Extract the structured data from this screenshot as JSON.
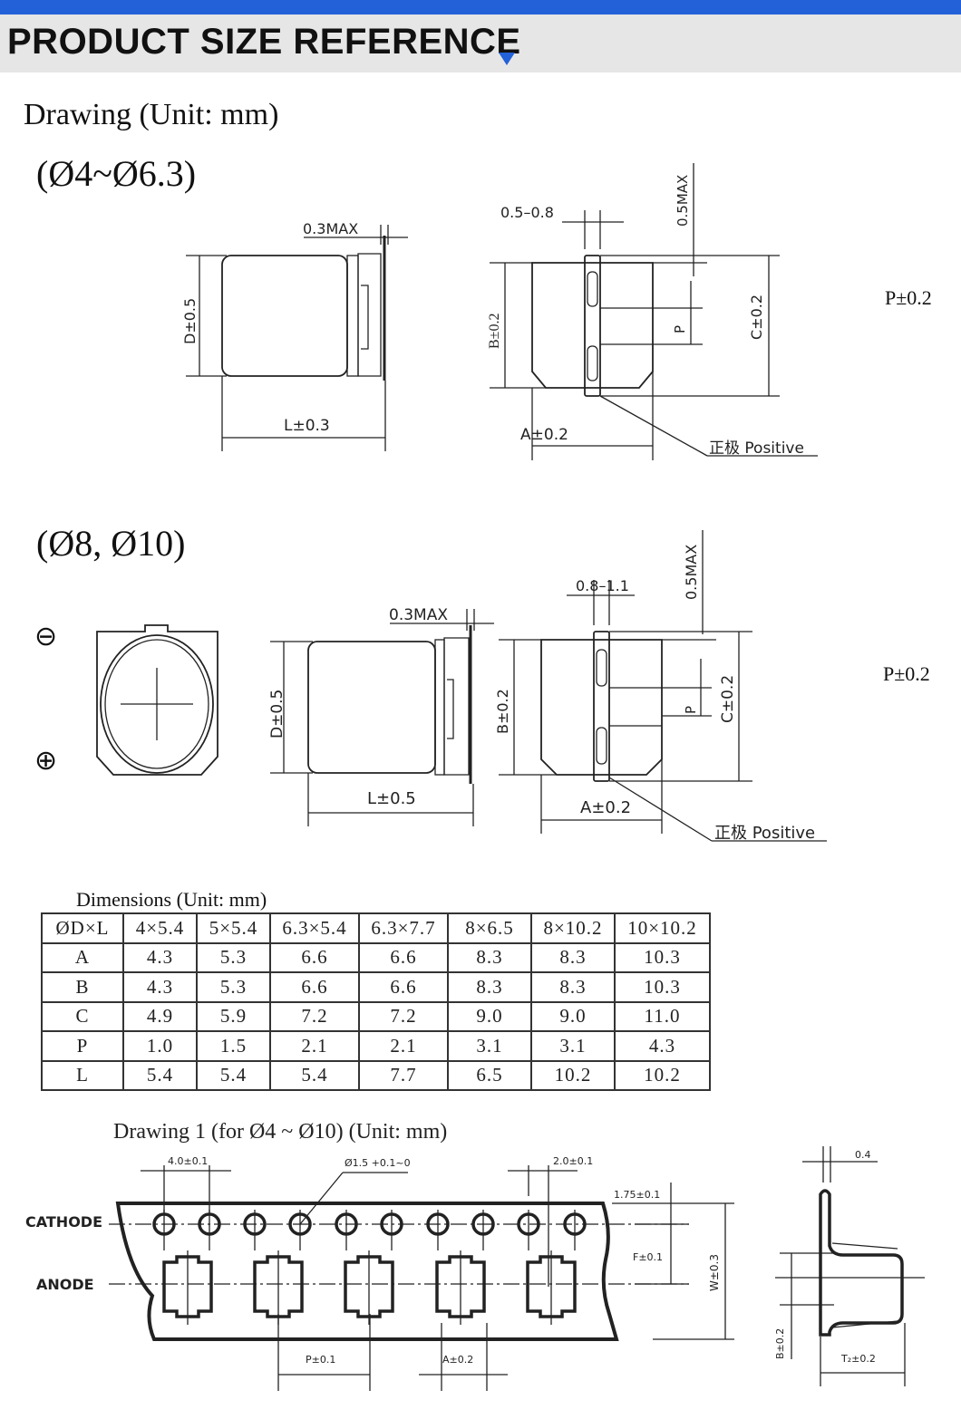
{
  "header": {
    "title": "PRODUCT SIZE REFERENCE",
    "accent": "#2361d8",
    "icon": "triangle-down-icon"
  },
  "drawing_title": "Drawing (Unit: mm)",
  "section1": {
    "title": "(Ø4~Ø6.3)",
    "max03": "0.3MAX",
    "d": "D±0.5",
    "l": "L±0.3",
    "w058": "0.5–0.8",
    "max05": "0.5MAX",
    "b": "B±0.2",
    "c": "C±0.2",
    "p": "P",
    "a": "A±0.2",
    "positive": "正极 Positive",
    "p_tol": "P±0.2"
  },
  "section2": {
    "title": "(Ø8,  Ø10)",
    "minus": "⊖",
    "plus": "⊕",
    "max03": "0.3MAX",
    "d": "D±0.5",
    "l": "L±0.5",
    "w0811": "0.8–1.1",
    "max05": "0.5MAX",
    "b": "B±0.2",
    "c": "C±0.2",
    "p": "P",
    "a": "A±0.2",
    "positive": "正极 Positive",
    "p_tol": "P±0.2"
  },
  "dimensions": {
    "title": "Dimensions (Unit: mm)",
    "headers": [
      "ØD×L",
      "4×5.4",
      "5×5.4",
      "6.3×5.4",
      "6.3×7.7",
      "8×6.5",
      "8×10.2",
      "10×10.2"
    ],
    "rows": [
      [
        "A",
        "4.3",
        "5.3",
        "6.6",
        "6.6",
        "8.3",
        "8.3",
        "10.3"
      ],
      [
        "B",
        "4.3",
        "5.3",
        "6.6",
        "6.6",
        "8.3",
        "8.3",
        "10.3"
      ],
      [
        "C",
        "4.9",
        "5.9",
        "7.2",
        "7.2",
        "9.0",
        "9.0",
        "11.0"
      ],
      [
        "P",
        "1.0",
        "1.5",
        "2.1",
        "2.1",
        "3.1",
        "3.1",
        "4.3"
      ],
      [
        "L",
        "5.4",
        "5.4",
        "5.4",
        "7.7",
        "6.5",
        "10.2",
        "10.2"
      ]
    ]
  },
  "tape": {
    "title": "Drawing 1 (for Ø4 ~ Ø10) (Unit: mm)",
    "pitch4": "4.0±0.1",
    "hole": "Ø1.5 +0.1~0",
    "pitch2": "2.0±0.1",
    "e": "1.75±0.1",
    "f": "F±0.1",
    "w": "W±0.3",
    "p": "P±0.1",
    "a": "A±0.2",
    "cathode": "CATHODE",
    "anode": "ANODE",
    "t04": "0.4",
    "b": "B±0.2",
    "t2": "T₂±0.2"
  }
}
